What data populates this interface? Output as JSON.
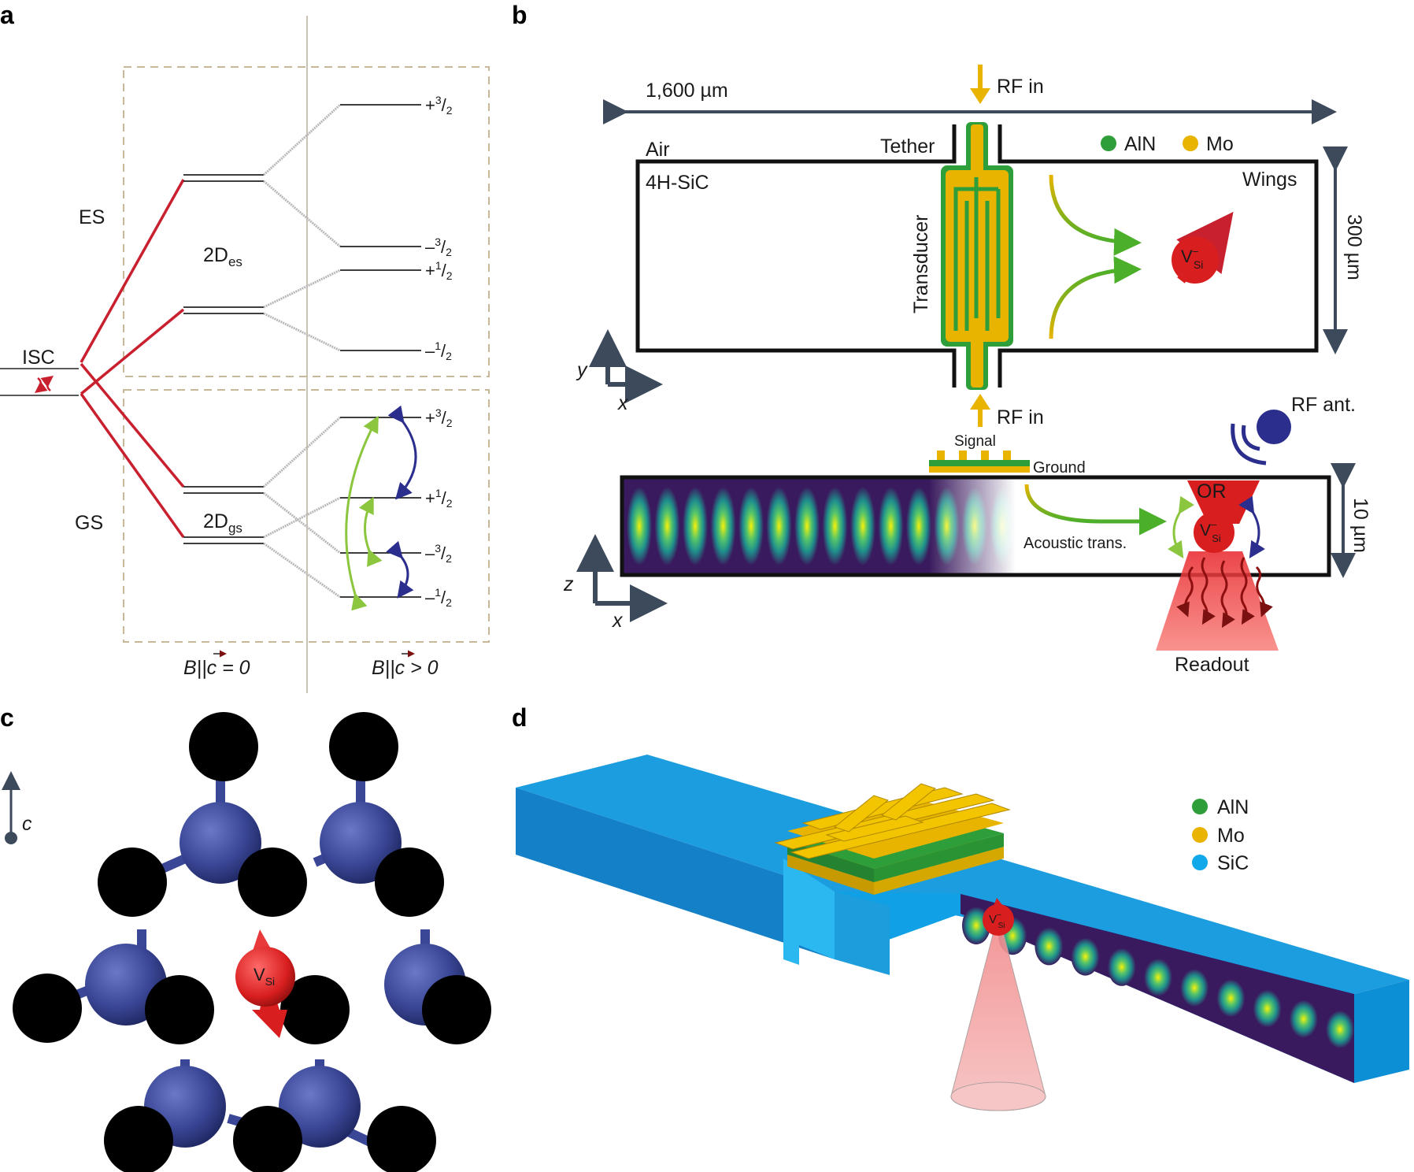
{
  "panels": {
    "a": {
      "letter": "a",
      "isc": "ISC",
      "es": "ES",
      "gs": "GS",
      "d_es": "2D",
      "d_es_sub": "es",
      "d_gs": "2D",
      "d_gs_sub": "gs",
      "states": [
        {
          "sign": "+",
          "num": "3",
          "den": "2"
        },
        {
          "sign": "–",
          "num": "3",
          "den": "2"
        },
        {
          "sign": "+",
          "num": "1",
          "den": "2"
        },
        {
          "sign": "–",
          "num": "1",
          "den": "2"
        },
        {
          "sign": "+",
          "num": "3",
          "den": "2"
        },
        {
          "sign": "+",
          "num": "1",
          "den": "2"
        },
        {
          "sign": "–",
          "num": "3",
          "den": "2"
        },
        {
          "sign": "–",
          "num": "1",
          "den": "2"
        }
      ],
      "field_zero": "B||c = 0",
      "field_pos": "B||c > 0"
    },
    "b": {
      "letter": "b",
      "width_label": "1,600 µm",
      "rf_in_top": "RF in",
      "rf_in_bottom": "RF in",
      "air": "Air",
      "tether": "Tether",
      "material": "4H-SiC",
      "wings": "Wings",
      "transducer": "Transducer",
      "height_label": "300 µm",
      "legend": [
        {
          "label": "AlN",
          "color": "#2e9e3a"
        },
        {
          "label": "Mo",
          "color": "#e8b400"
        }
      ],
      "vsi": "V",
      "vsi_sub": "Si",
      "vsi_sup": "–",
      "axis_y": "y",
      "axis_x": "x",
      "axis_z": "z",
      "axis_x2": "x",
      "signal": "Signal",
      "ground": "Ground",
      "rf_ant": "RF ant.",
      "or": "OR",
      "acoustic": "Acoustic trans.",
      "thickness_label": "10 µm",
      "readout": "Readout"
    },
    "c": {
      "letter": "c",
      "axis": "c",
      "vsi": "V",
      "vsi_sub": "Si"
    },
    "d": {
      "letter": "d",
      "vsi": "V",
      "vsi_sub": "Si",
      "vsi_sup": "–",
      "legend": [
        {
          "label": "AlN",
          "color": "#2e9e3a"
        },
        {
          "label": "Mo",
          "color": "#e8b400"
        },
        {
          "label": "SiC",
          "color": "#10a8e8"
        }
      ]
    }
  },
  "colors": {
    "red": "#c8202e",
    "navy": "#2b2e8c",
    "lime": "#8cc63f",
    "gold": "#e8b400",
    "slate": "#3d4a5c",
    "sic_blue": "#10a8e8"
  }
}
